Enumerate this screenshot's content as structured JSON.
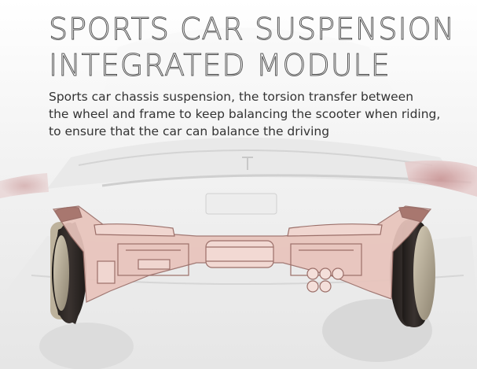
{
  "headline": {
    "line1": "SPORTS CAR SUSPENSION",
    "line2": "INTEGRATED MODULE"
  },
  "description": {
    "line1": "Sports car chassis suspension, the torsion transfer between",
    "line2": "the wheel and frame to keep balancing the scooter when riding,",
    "line3": "to ensure that the car can balance the driving"
  },
  "colors": {
    "background": "#f4f4f4",
    "chassis_fill": "#e8c4bc",
    "chassis_stroke": "#9b6f69",
    "tire": "#2b2623",
    "hub": "#b9ad96",
    "heading_outline": "#555555",
    "body_text": "#333333"
  }
}
